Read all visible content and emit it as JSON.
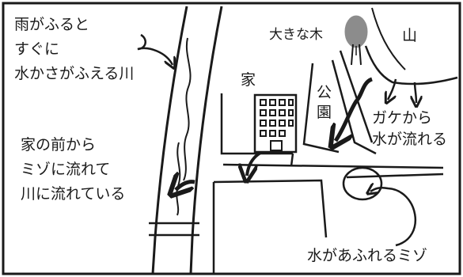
{
  "labels": {
    "river_note": {
      "line1": "雨がふると",
      "line2": "すぐに",
      "line3": "水かさがふえる川"
    },
    "house_note": {
      "line1": "家の前から",
      "line2": "ミゾに流れて",
      "line3": "川に流れている"
    },
    "big_tree": "大きな木",
    "mountain": "山",
    "house": "家",
    "park": {
      "char1": "公",
      "char2": "園"
    },
    "cliff_note": {
      "line1": "ガケから",
      "line2": "水が流れる"
    },
    "ditch_note": "水があふれるミゾ"
  },
  "icons": {
    "tree": "tree-icon",
    "building": "apartment-building-icon",
    "flow_arrow": "curved-arrow-icon"
  },
  "colors": {
    "ink": "#1a1a1a",
    "tree_fill": "#8c8c8c",
    "background": "#ffffff"
  }
}
